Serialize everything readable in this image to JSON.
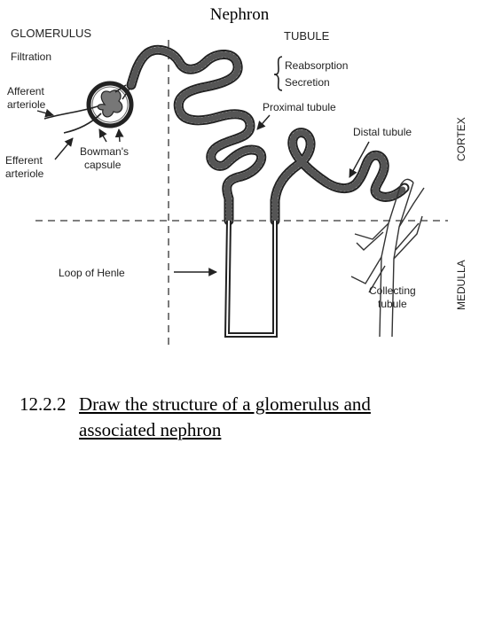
{
  "slide": {
    "title": "Nephron"
  },
  "diagram": {
    "labels": {
      "glomerulus": "GLOMERULUS",
      "filtration": "Filtration",
      "afferent_1": "Afferent",
      "afferent_2": "arteriole",
      "efferent_1": "Efferent",
      "efferent_2": "arteriole",
      "bowmans_1": "Bowman's",
      "bowmans_2": "capsule",
      "tubule": "TUBULE",
      "reabsorption": "Reabsorption",
      "secretion": "Secretion",
      "proximal": "Proximal tubule",
      "distal": "Distal tubule",
      "cortex": "CORTEX",
      "medulla": "MEDULLA",
      "loop": "Loop of Henle",
      "collecting_1": "Collecting",
      "collecting_2": "tubule"
    }
  },
  "objective": {
    "number": "12.2.2",
    "text": "Draw the structure of a glomerulus and associated nephron"
  }
}
